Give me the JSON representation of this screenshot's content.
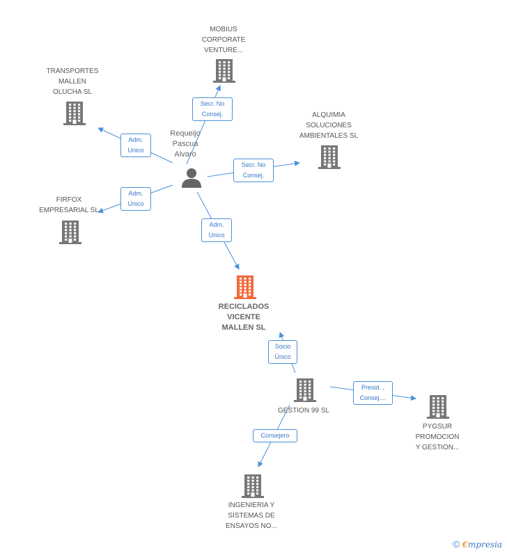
{
  "colors": {
    "edge": "#4a90d9",
    "building_gray": "#777777",
    "building_main": "#f26a3c",
    "person": "#666666"
  },
  "nodes": {
    "mobius": "MOBIUS\nCORPORATE\nVENTURE...",
    "transportes": "TRANSPORTES\nMALLEN\nOLUCHA SL",
    "alquimia": "ALQUIMIA\nSOLUCIONES\nAMBIENTALES SL",
    "firfox": "FIRFOX\nEMPRESARIAL SL",
    "person": "Requeijo\nPascua\nAlvaro",
    "reciclados": "RECICLADOS\nVICENTE\nMALLEN SL",
    "gestion": "GESTION 99 SL",
    "pygsur": "PYGSUR\nPROMOCION\nY GESTION...",
    "ingenieria": "INGENIERIA Y\nSISTEMAS DE\nENSAYOS NO..."
  },
  "edges": {
    "person_mobius": "Secr. No\nConsej.",
    "person_transportes": "Adm.\nUnico",
    "person_alquimia": "Secr. No\nConsej.",
    "person_firfox": "Adm.\nUnico",
    "person_reciclados": "Adm.\nUnico",
    "gestion_reciclados": "Socio\nÚnico",
    "gestion_pygsur": "Presid. ,\nConsej....",
    "gestion_ingenieria": "Consejero"
  },
  "footer": {
    "copyright": "©",
    "brand_first": "€",
    "brand_rest": "mpresia"
  }
}
